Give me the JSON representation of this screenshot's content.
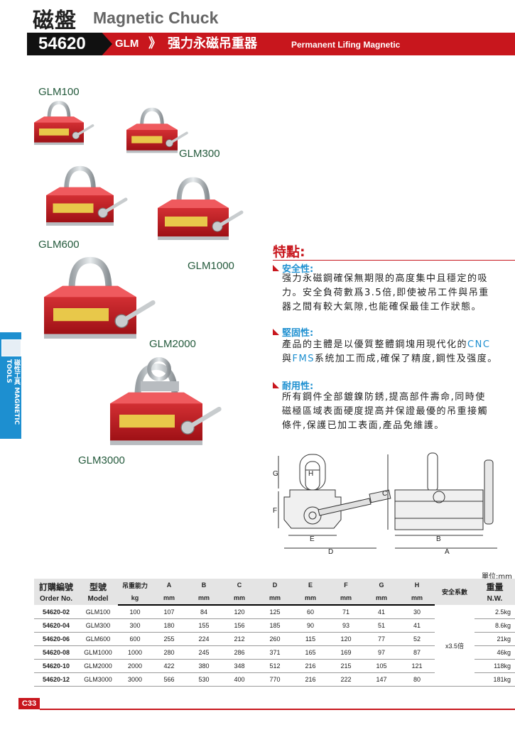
{
  "header": {
    "title_cn": "磁盤",
    "title_en": "Magnetic Chuck",
    "code": "54620",
    "series": "GLM",
    "chevron": "》",
    "subtitle_cn": "强力永磁吊重器",
    "subtitle_en": "Permanent Lifing Magnetic"
  },
  "products": [
    {
      "label": "GLM100"
    },
    {
      "label": "GLM300"
    },
    {
      "label": "GLM600"
    },
    {
      "label": "GLM1000"
    },
    {
      "label": "GLM2000"
    },
    {
      "label": "GLM3000"
    }
  ],
  "side_tab": {
    "label": "磁性工具 MAGNETIC TOOLS"
  },
  "features": {
    "heading": "特點:",
    "items": [
      {
        "title": "安全性:",
        "lines": [
          "强力永磁鋼確保無期限的高度集中且穩定的吸",
          "力。安全負荷數爲3.5倍,即使被吊工件與吊重",
          "器之間有較大氣隙,也能確保最佳工作狀態。"
        ]
      },
      {
        "title": "堅固性:",
        "line1_a": "產品的主體是以優質整體鋼塊用現代化的",
        "line1_hl": "CNC",
        "line2_a": "與",
        "line2_hl": "FMS",
        "line2_b": "系统加工而成,確保了精度,鋼性及强度。"
      },
      {
        "title": "耐用性:",
        "lines": [
          "所有鋼件全部鍍鎳防銹,提高部件壽命,同時使",
          "磁極區域表面硬度提高并保證最優的吊重接觸",
          "條件,保護已加工表面,產品免維護。"
        ]
      }
    ]
  },
  "diagram": {
    "labels": {
      "H": "H",
      "G": "G",
      "F": "F",
      "E": "E",
      "D": "D",
      "C": "C",
      "B": "B",
      "A": "A"
    }
  },
  "table": {
    "unit": "單位:mm",
    "headers": {
      "order_cn": "訂購編號",
      "order_en": "Order No.",
      "model_cn": "型號",
      "model_en": "Model",
      "capacity": "吊重能力",
      "kg": "kg",
      "cols": [
        "A",
        "B",
        "C",
        "D",
        "E",
        "F",
        "G",
        "H"
      ],
      "mm": "mm",
      "safety": "安全系數",
      "weight_cn": "重量",
      "weight_en": "N.W."
    },
    "rows": [
      {
        "order": "54620-02",
        "model": "GLM100",
        "capacity": "100",
        "vals": [
          "107",
          "84",
          "120",
          "125",
          "60",
          "71",
          "41",
          "30"
        ],
        "weight": "2.5kg"
      },
      {
        "order": "54620-04",
        "model": "GLM300",
        "capacity": "300",
        "vals": [
          "180",
          "155",
          "156",
          "185",
          "90",
          "93",
          "51",
          "41"
        ],
        "weight": "8.6kg"
      },
      {
        "order": "54620-06",
        "model": "GLM600",
        "capacity": "600",
        "vals": [
          "255",
          "224",
          "212",
          "260",
          "115",
          "120",
          "77",
          "52"
        ],
        "weight": "21kg"
      },
      {
        "order": "54620-08",
        "model": "GLM1000",
        "capacity": "1000",
        "vals": [
          "280",
          "245",
          "286",
          "371",
          "165",
          "169",
          "97",
          "87"
        ],
        "weight": "46kg"
      },
      {
        "order": "54620-10",
        "model": "GLM2000",
        "capacity": "2000",
        "vals": [
          "422",
          "380",
          "348",
          "512",
          "216",
          "215",
          "105",
          "121"
        ],
        "weight": "118kg"
      },
      {
        "order": "54620-12",
        "model": "GLM3000",
        "capacity": "3000",
        "vals": [
          "566",
          "530",
          "400",
          "770",
          "216",
          "222",
          "147",
          "80"
        ],
        "weight": "181kg"
      }
    ],
    "safety_value": "x3.5倍"
  },
  "footer": {
    "page": "C33"
  },
  "colors": {
    "brand_red": "#c8161d",
    "accent_blue": "#1d8fd0",
    "label_green": "#245a3c"
  }
}
